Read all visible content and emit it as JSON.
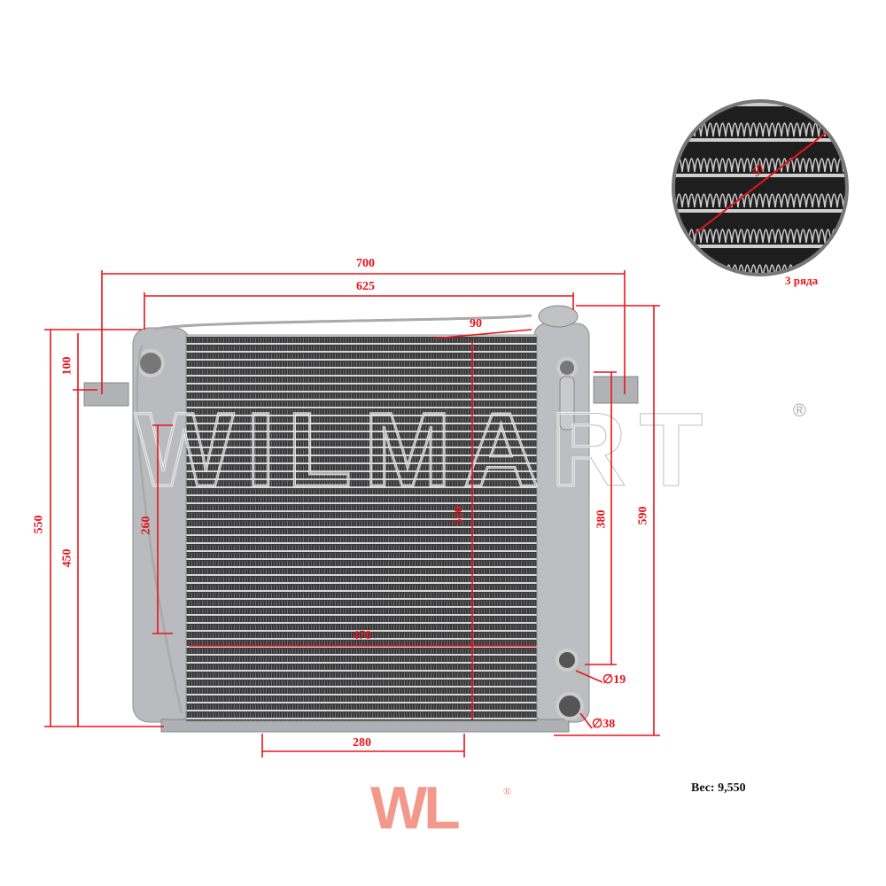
{
  "dimensions": {
    "overall_width": "700",
    "tank_width": "625",
    "cap_offset": "90",
    "top_bracket": "100",
    "left_height": "550",
    "bracket_to_bottom": "450",
    "left_bracket_spacing": "260",
    "core_height": "520",
    "core_width": "470",
    "right_bracket_spacing": "380",
    "overall_height": "590",
    "inlet_diameter": "∅19",
    "outlet_diameter": "∅38",
    "bottom_mount": "280",
    "fin_pitch": "57"
  },
  "inset_caption": "3 ряда",
  "weight": "Вес: 9,550",
  "watermark": "WILMART",
  "logo": "WL",
  "colors": {
    "dimension": "#e8141b",
    "logo": "#f08070",
    "metal": "#b8babd"
  }
}
